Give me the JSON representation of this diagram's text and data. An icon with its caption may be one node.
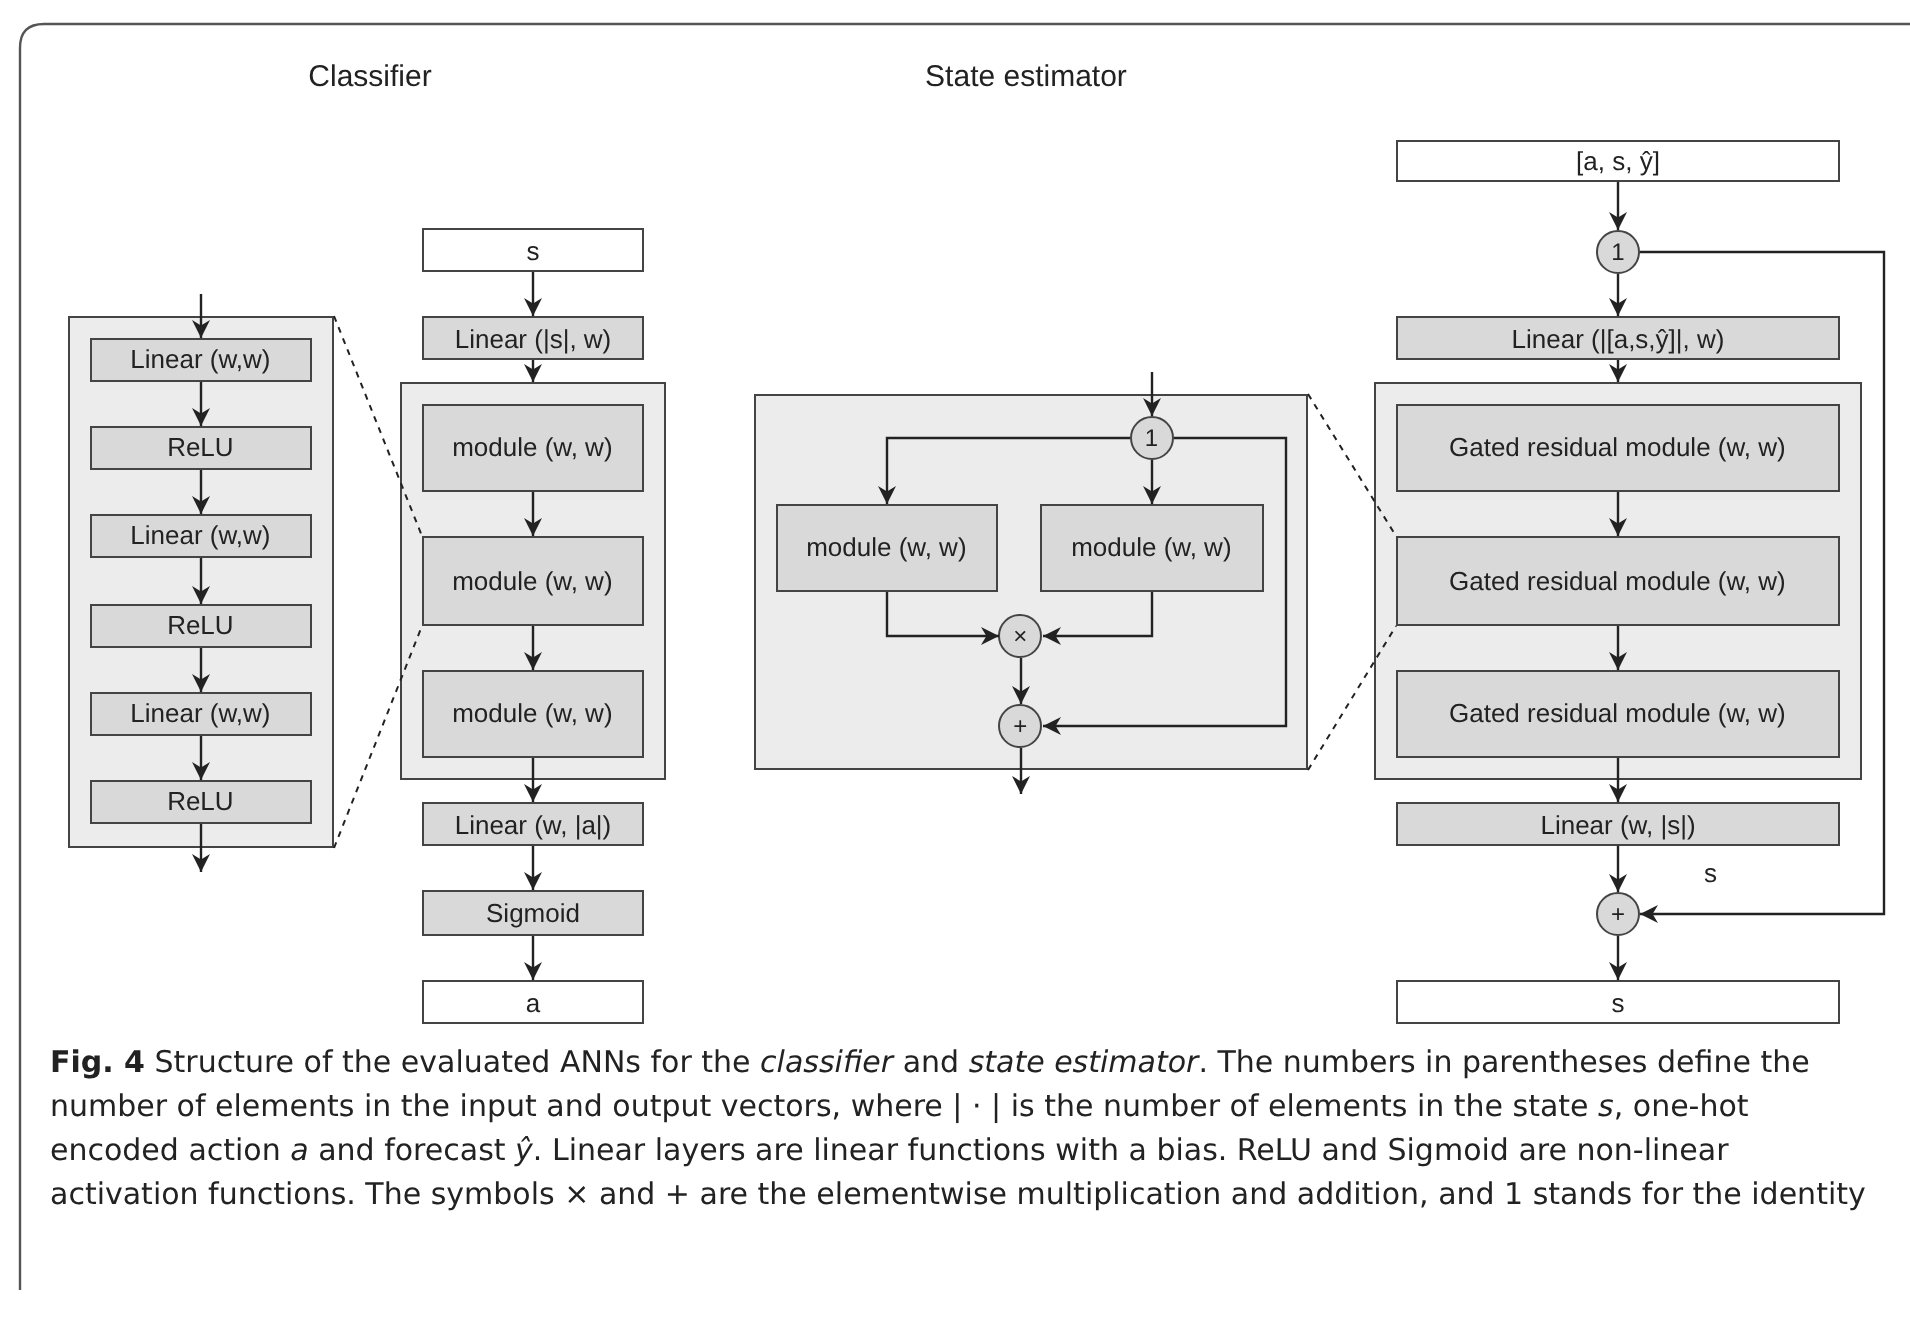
{
  "diagram": {
    "caption": "**Fig. 4**  Structure of the evaluated ANNs for the *classifier* and *state estimator*. The numbers in parentheses define the number of elements in the input and output vectors, where | · | is the number of elements in the state *s*, one-hot encoded action *a* and forecast *ŷ*. Linear layers are linear functions with a bias. ReLU and Sigmoid are non-linear activation functions. The symbols × and + are the elementwise multiplication and addition, and 1 stands for the identity",
    "nodes": [
      {
        "text": [],
        "shape": "box"
      },
      {
        "text": [
          "Linear (w,w)"
        ],
        "in": 0
      },
      {
        "text": [
          "ReLU"
        ],
        "in": 0
      },
      {
        "text": [
          "Linear (w,w)"
        ],
        "in": 0
      },
      {
        "text": [
          "ReLU"
        ],
        "in": 0
      },
      {
        "text": [
          "Linear (w,w)"
        ],
        "in": 0
      },
      {
        "text": [
          "ReLU"
        ],
        "in": 0
      },
      {
        "text": [
          "s"
        ]
      },
      {
        "text": [
          "Linear (|s|, w)"
        ]
      },
      {
        "text": [],
        "shape": "box"
      },
      {
        "text": [
          "module (w, w)"
        ],
        "in": 9
      },
      {
        "text": [
          "module (w, w)"
        ],
        "in": 9
      },
      {
        "text": [
          "module (w, w)"
        ],
        "in": 9
      },
      {
        "text": [
          "Linear (w, |a|)"
        ]
      },
      {
        "text": [
          "Sigmoid"
        ]
      },
      {
        "text": [
          "a"
        ]
      },
      {
        "text": [],
        "shape": "box"
      },
      {
        "text": [
          "1"
        ],
        "in": 16
      },
      {
        "text": [
          "module (w, w)"
        ],
        "in": 16
      },
      {
        "text": [
          "module (w, w)"
        ],
        "in": 16
      },
      {
        "text": [
          "×"
        ],
        "in": 16
      },
      {
        "text": [
          "+"
        ],
        "in": 16
      },
      {
        "text": [
          "[a, s, ŷ]"
        ]
      },
      {
        "text": [
          "1"
        ]
      },
      {
        "text": [
          "Linear (|[a,s,ŷ]|, w)"
        ]
      },
      {
        "text": [],
        "shape": "box"
      },
      {
        "text": [
          "Gated residual module (w, w)"
        ],
        "in": 25
      },
      {
        "text": [
          "Gated residual module (w, w)"
        ],
        "in": 25
      },
      {
        "text": [
          "Gated residual module (w, w)"
        ],
        "in": 25
      },
      {
        "text": [
          "Linear (w, |s|)"
        ]
      },
      {
        "text": [
          "+"
        ]
      },
      {
        "text": [
          "s"
        ]
      }
    ],
    "edges": [
      {
        "from": null,
        "to": 1,
        "arrow": "to"
      },
      {
        "from": 1,
        "to": 2,
        "arrow": "to"
      },
      {
        "from": 2,
        "to": 3,
        "arrow": "to"
      },
      {
        "from": 3,
        "to": 4,
        "arrow": "to"
      },
      {
        "from": 4,
        "to": 5,
        "arrow": "to"
      },
      {
        "from": 5,
        "to": 6,
        "arrow": "to"
      },
      {
        "from": 6,
        "to": null,
        "arrow": "to"
      },
      {
        "from": 0,
        "to": 11,
        "arrow": "none",
        "style": "dashed"
      },
      {
        "from": 0,
        "to": 11,
        "arrow": "none",
        "style": "dashed"
      },
      {
        "from": 7,
        "to": 8,
        "arrow": "to"
      },
      {
        "from": 8,
        "to": 9,
        "arrow": "to"
      },
      {
        "from": 10,
        "to": 11,
        "arrow": "to"
      },
      {
        "from": 11,
        "to": 12,
        "arrow": "to"
      },
      {
        "from": 12,
        "to": 13,
        "arrow": "to"
      },
      {
        "from": 13,
        "to": 14,
        "arrow": "to"
      },
      {
        "from": 14,
        "to": 15,
        "arrow": "to"
      },
      {
        "from": null,
        "to": 17,
        "arrow": "to"
      },
      {
        "from": 17,
        "to": 18,
        "arrow": "to"
      },
      {
        "from": 17,
        "to": 19,
        "arrow": "to"
      },
      {
        "from": 18,
        "to": 20,
        "arrow": "to"
      },
      {
        "from": 19,
        "to": 20,
        "arrow": "to"
      },
      {
        "from": 20,
        "to": 21,
        "arrow": "to"
      },
      {
        "from": 17,
        "to": 21,
        "arrow": "to"
      },
      {
        "from": 21,
        "to": null,
        "arrow": "to"
      },
      {
        "from": 16,
        "to": 27,
        "arrow": "none",
        "style": "dashed"
      },
      {
        "from": 16,
        "to": 27,
        "arrow": "none",
        "style": "dashed"
      },
      {
        "from": 22,
        "to": 23,
        "arrow": "to"
      },
      {
        "from": 23,
        "to": 24,
        "arrow": "to"
      },
      {
        "from": 24,
        "to": 25,
        "arrow": "to"
      },
      {
        "from": 26,
        "to": 27,
        "arrow": "to"
      },
      {
        "from": 27,
        "to": 28,
        "arrow": "to"
      },
      {
        "from": 28,
        "to": 29,
        "arrow": "to"
      },
      {
        "from": 29,
        "to": 30,
        "arrow": "to"
      },
      {
        "from": 30,
        "to": 31,
        "arrow": "to"
      },
      {
        "from": 23,
        "to": 30,
        "arrow": "to",
        "label": "s"
      }
    ],
    "labels": [
      "Classifier",
      "State estimator"
    ]
  }
}
